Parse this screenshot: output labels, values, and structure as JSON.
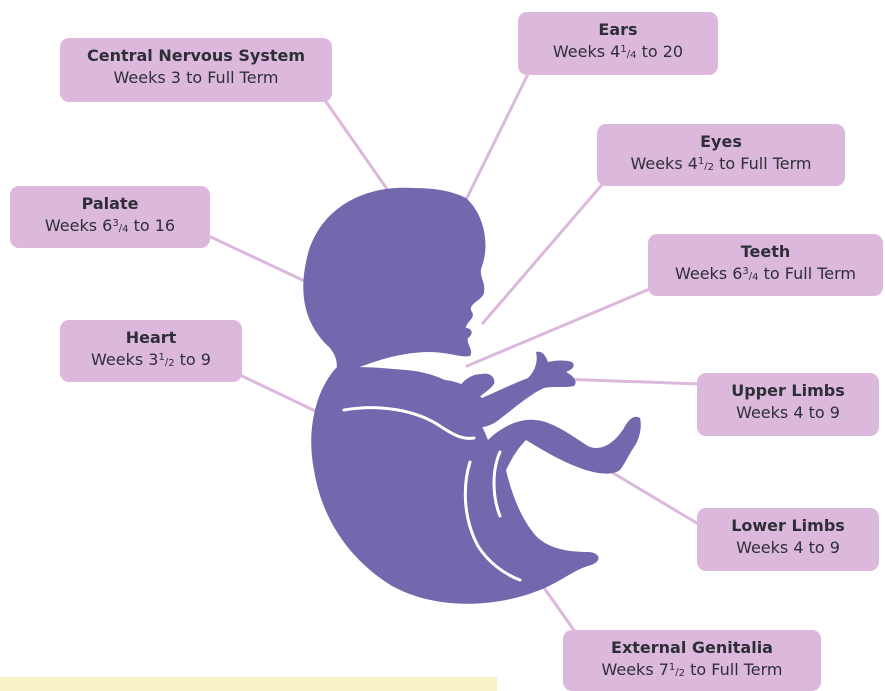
{
  "colors": {
    "fetus": "#7168ae",
    "callout_bg": "#dcb9dc",
    "connector": "#dcb9dc",
    "text": "#2e2e3a",
    "bottom_strip": "#f8f2c8"
  },
  "callouts": {
    "cns": {
      "title": "Central Nervous System",
      "weeks_pre": "Weeks 3 to Full Term",
      "whole": "",
      "num": "",
      "den": "",
      "weeks_post": ""
    },
    "ears": {
      "title": "Ears",
      "weeks_pre": "Weeks 4",
      "whole": "",
      "num": "1",
      "den": "4",
      "weeks_post": " to 20"
    },
    "eyes": {
      "title": "Eyes",
      "weeks_pre": "Weeks 4",
      "whole": "",
      "num": "1",
      "den": "2",
      "weeks_post": " to Full Term"
    },
    "palate": {
      "title": "Palate",
      "weeks_pre": "Weeks 6",
      "whole": "",
      "num": "3",
      "den": "4",
      "weeks_post": " to 16"
    },
    "teeth": {
      "title": "Teeth",
      "weeks_pre": "Weeks 6",
      "whole": "",
      "num": "3",
      "den": "4",
      "weeks_post": " to Full Term"
    },
    "heart": {
      "title": "Heart",
      "weeks_pre": "Weeks 3",
      "whole": "",
      "num": "1",
      "den": "2",
      "weeks_post": " to 9"
    },
    "upper_limbs": {
      "title": "Upper Limbs",
      "weeks_pre": "Weeks 4 to 9",
      "whole": "",
      "num": "",
      "den": "",
      "weeks_post": ""
    },
    "lower_limbs": {
      "title": "Lower Limbs",
      "weeks_pre": "Weeks 4 to 9",
      "whole": "",
      "num": "",
      "den": "",
      "weeks_post": ""
    },
    "genitalia": {
      "title": "External Genitalia",
      "weeks_pre": "Weeks 7",
      "whole": "",
      "num": "1",
      "den": "2",
      "weeks_post": " to Full Term"
    }
  }
}
